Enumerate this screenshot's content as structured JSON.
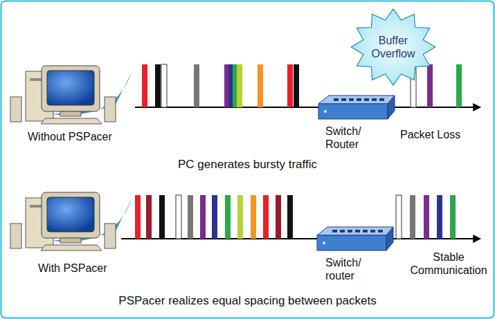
{
  "diagram": {
    "nodes": [
      {
        "text": [
          "Buffer Overflow"
        ]
      }
    ],
    "labels": [
      "Without PSPacer",
      "Switch/ Router",
      "Packet Loss",
      "PC generates bursty traffic",
      "With PSPacer",
      "Switch/ router",
      "Stable Communication",
      "PSPacer realizes equal spacing between packets"
    ]
  }
}
